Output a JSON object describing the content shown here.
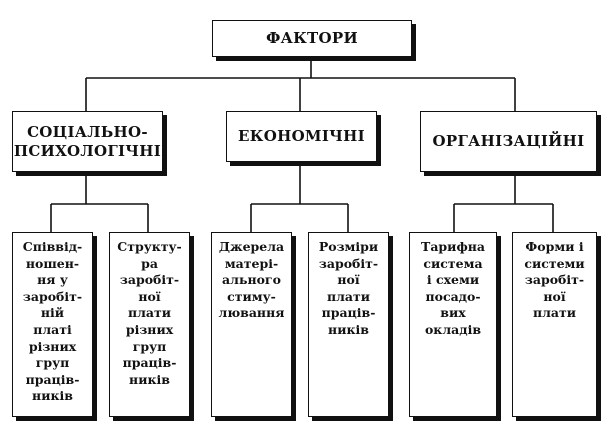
{
  "root": {
    "label": "ФАКТОРИ"
  },
  "categories": [
    {
      "label": "СОЦІАЛЬНО-\nПСИХОЛОГІЧНІ"
    },
    {
      "label": "ЕКОНОМІЧНІ"
    },
    {
      "label": "ОРГАНІЗАЦІЙНІ"
    }
  ],
  "leaves": [
    {
      "label": "Співвід-\nношен-\nня у\nзаробіт-\nній\nплаті\nрізних\nгруп\nпраців-\nників"
    },
    {
      "label": "Структу-\nра\nзаробіт-\nної\nплати\nрізних\nгруп\nпраців-\nників"
    },
    {
      "label": "Джерела\nматері-\nального\nстиму-\nлювання"
    },
    {
      "label": "Розміри\nзаробіт-\nної\nплати\nпраців-\nників"
    },
    {
      "label": "Тарифна\nсистема\nі схеми\nпосадо-\nвих\nокладів"
    },
    {
      "label": "Форми і\nсистеми\nзаробіт-\nної\nплати"
    }
  ]
}
